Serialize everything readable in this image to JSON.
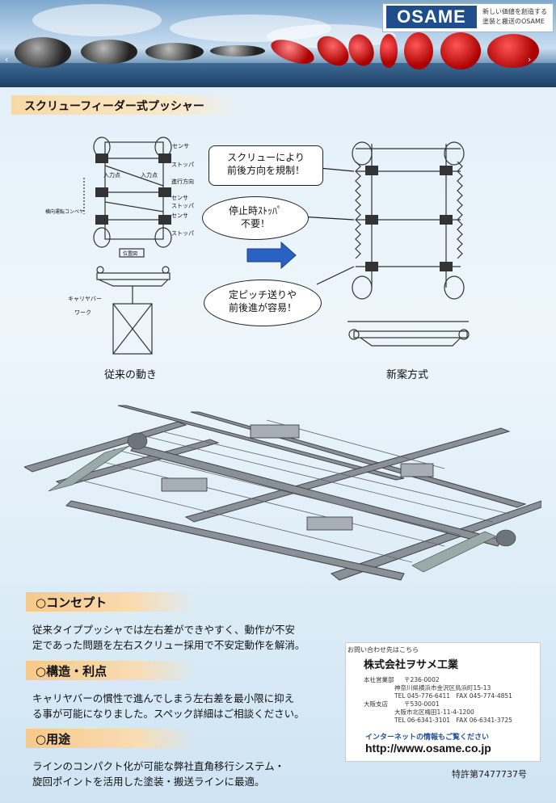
{
  "header": {
    "logo": "OSAME",
    "tagline_1": "新しい価値を創造する",
    "tagline_2": "塗装と搬送のOSAME"
  },
  "title": "スクリューフィーダー式プッシャー",
  "diagram": {
    "left_labels": {
      "sensor": "センサ",
      "stopper_1": "ストッパ",
      "input_point_1": "入力点",
      "input_point_2": "入力点",
      "direction": "進行方向",
      "sensor_2": "センサ",
      "conveyor": "横向運転コンベヤ",
      "stopper_2": "ストッパ",
      "sensor_3": "センサ",
      "stopper_3": "ストッパ",
      "caption_box": "位置図",
      "carrier_bar": "キャリヤバー",
      "work": "ワーク"
    },
    "bubble_1": [
      "スクリューにより",
      "前後方向を規制！"
    ],
    "bubble_2": [
      "停止時ｽﾄｯﾊﾟ",
      "不要！"
    ],
    "bubble_3": [
      "定ピッチ送りや",
      "前後進が容易！"
    ],
    "caption_left": "従来の動き",
    "caption_right": "新案方式"
  },
  "sections": [
    {
      "heading": "○コンセプト",
      "lines": [
        "従来タイププッシャでは左右差ができやすく、動作が不安",
        "定であった問題を左右スクリュー採用で不安定動作を解消。"
      ]
    },
    {
      "heading": "○構造・利点",
      "lines": [
        "キャリヤバーの慣性で進んでしまう左右差を最小限に抑え",
        "る事が可能になりました。スペック詳細はご相談ください。"
      ]
    },
    {
      "heading": "○用途",
      "lines": [
        "ラインのコンパクト化が可能な弊社直角移行システム・",
        "旋回ポイントを活用した塗装・搬送ラインに最適。"
      ]
    }
  ],
  "contact": {
    "inquiry": "お問い合わせ先はこちら",
    "company": "株式会社ヲサメ工業",
    "hq_label": "本社営業部",
    "hq_zip": "〒236-0002",
    "hq_addr": "神奈川県横浜市金沢区鳥浜町15-13",
    "hq_tel": "TEL 045-776-6411　FAX 045-774-4851",
    "osaka_label": "大阪支店",
    "osaka_zip": "〒530-0001",
    "osaka_addr": "大阪市北区梅田1-11-4-1200",
    "osaka_tel": "TEL 06-6341-3101　FAX 06-6341-3725",
    "web_note": "インターネットの情報もご覧ください",
    "url": "http://www.osame.co.jp"
  },
  "patent": "特許第7477737号"
}
